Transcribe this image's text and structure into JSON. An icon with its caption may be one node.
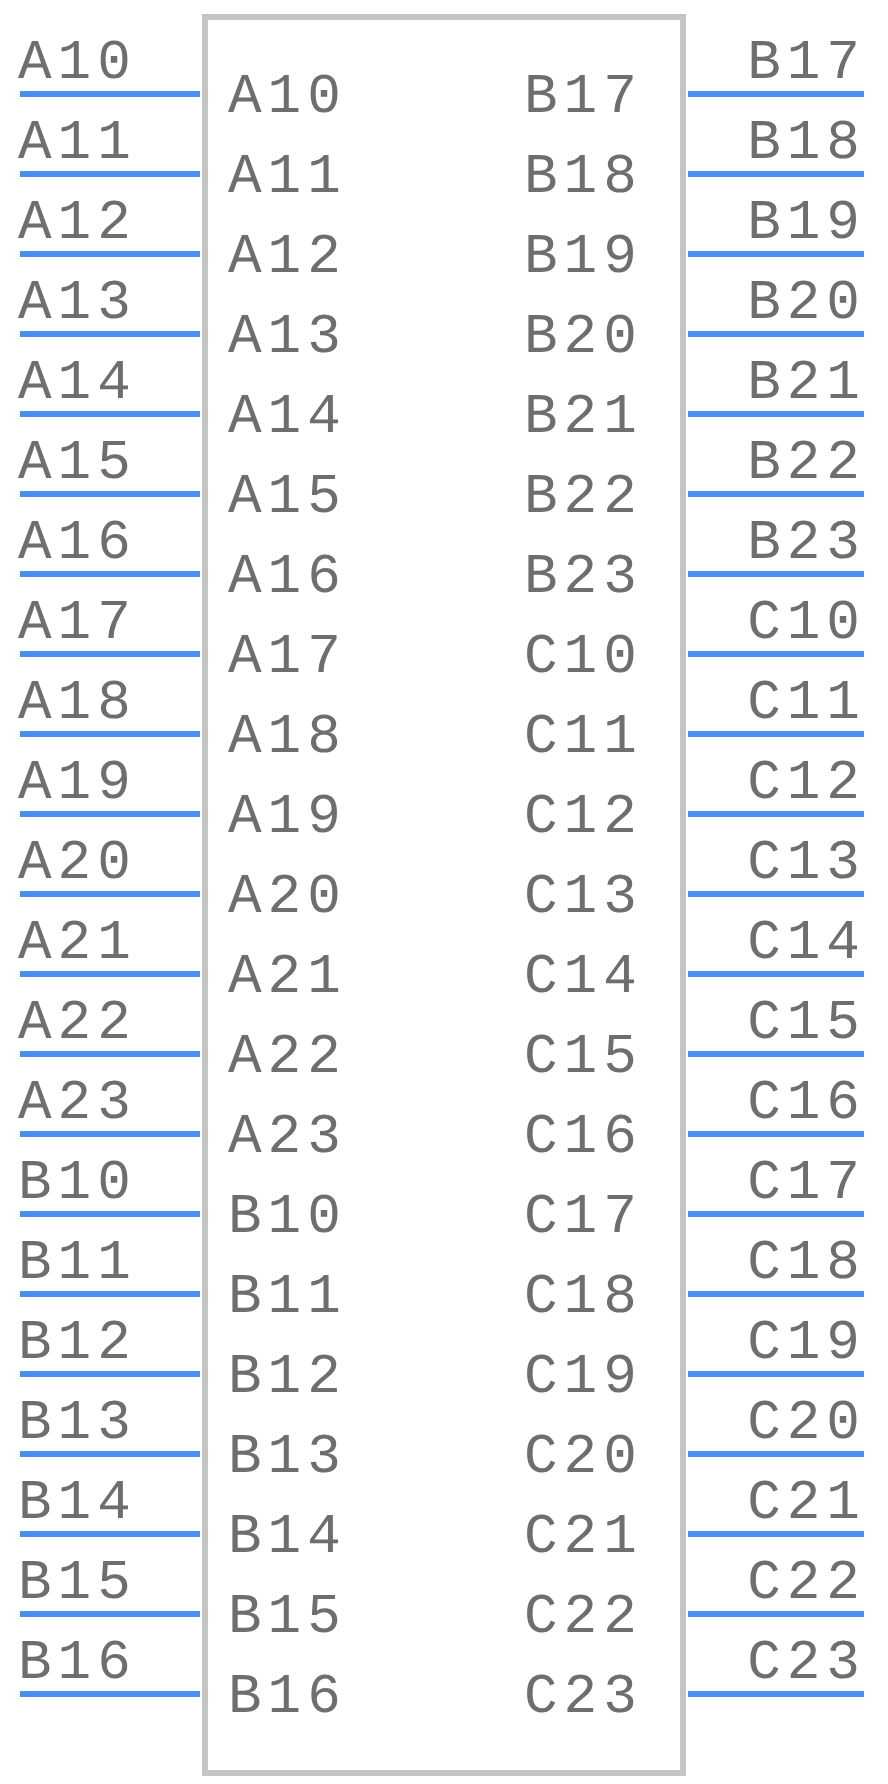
{
  "diagram": {
    "nodes": [
      {
        "text": [],
        "shape": "box"
      }
    ],
    "labels": [
      "A10",
      "A10",
      "B17",
      "B17",
      "A11",
      "A11",
      "B18",
      "B18",
      "A12",
      "A12",
      "B19",
      "B19",
      "A13",
      "A13",
      "B20",
      "B20",
      "A14",
      "A14",
      "B21",
      "B21",
      "A15",
      "A15",
      "B22",
      "B22",
      "A16",
      "A16",
      "B23",
      "B23",
      "A17",
      "A17",
      "C10",
      "C10",
      "A18",
      "A18",
      "C11",
      "C11",
      "A19",
      "A19",
      "C12",
      "C12",
      "A20",
      "A20",
      "C13",
      "C13",
      "A21",
      "A21",
      "C14",
      "C14",
      "A22",
      "A22",
      "C15",
      "C15",
      "A23",
      "A23",
      "C16",
      "C16",
      "B10",
      "B10",
      "C17",
      "C17",
      "B11",
      "B11",
      "C18",
      "C18",
      "B12",
      "B12",
      "C19",
      "C19",
      "B13",
      "B13",
      "C20",
      "C20",
      "B14",
      "B14",
      "C21",
      "C21",
      "B15",
      "B15",
      "C22",
      "C22",
      "B16",
      "B16",
      "C23",
      "C23"
    ]
  }
}
